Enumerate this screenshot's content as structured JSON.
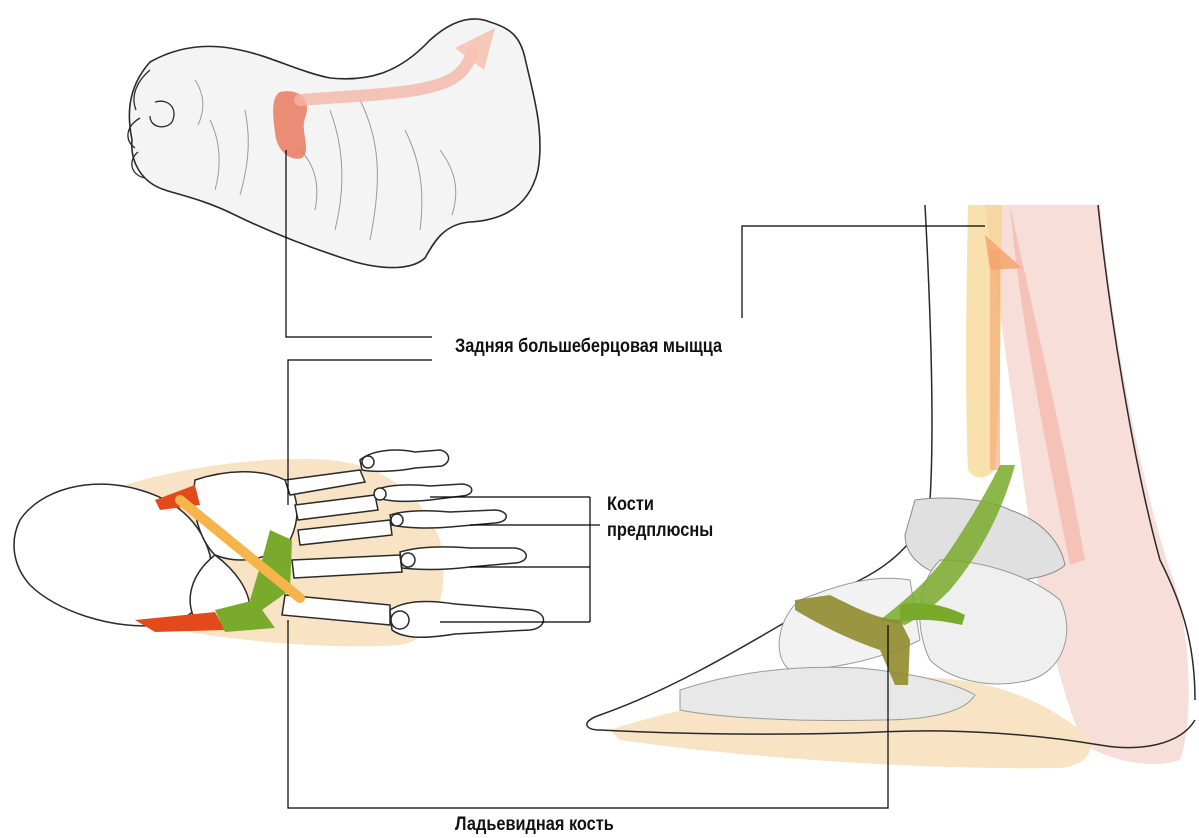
{
  "labels": {
    "tibialis_posterior": "Задняя большеберцовая мыщца",
    "metatarsals_line1": "Кости",
    "metatarsals_line2": "предплюсны",
    "navicular": "Ладьевидная кость"
  },
  "colors": {
    "muscle_pink": "#f2b7a8",
    "muscle_orange": "#e8795f",
    "tendon_yellow": "#f6b54a",
    "bone_green": "#7aaa2c",
    "bone_red": "#e24a1c",
    "skin_tan": "#f8e3c5",
    "outline": "#2a2a2a",
    "leader_line": "#000000"
  },
  "icons": {
    "foot_top_view": "foot-skin-icon",
    "foot_bones_top_view": "foot-skeleton-icon",
    "ankle_side_view": "ankle-side-icon"
  }
}
